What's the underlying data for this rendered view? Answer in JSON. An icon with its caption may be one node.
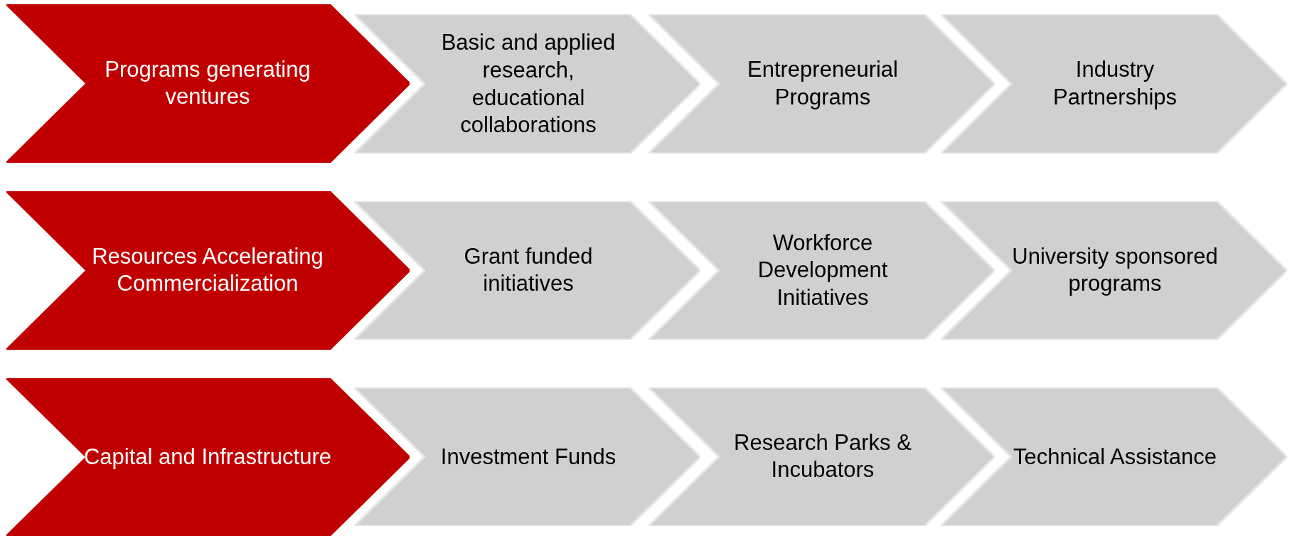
{
  "diagram": {
    "nodes": [
      {
        "text": [
          "Programs generating ventures"
        ]
      },
      {
        "text": [
          "Basic and applied research, educational collaborations"
        ]
      },
      {
        "text": [
          "Entrepreneurial Programs"
        ]
      },
      {
        "text": [
          "Industry Partnerships"
        ]
      },
      {
        "text": [
          "Resources Accelerating Commercialization"
        ]
      },
      {
        "text": [
          "Grant funded initiatives"
        ]
      },
      {
        "text": [
          "Workforce Development Initiatives"
        ]
      },
      {
        "text": [
          "University sponsored programs"
        ]
      },
      {
        "text": [
          "Capital and Infrastructure"
        ]
      },
      {
        "text": [
          "Investment Funds"
        ]
      },
      {
        "text": [
          "Research Parks & Incubators"
        ]
      },
      {
        "text": [
          "Technical Assistance"
        ]
      }
    ]
  }
}
